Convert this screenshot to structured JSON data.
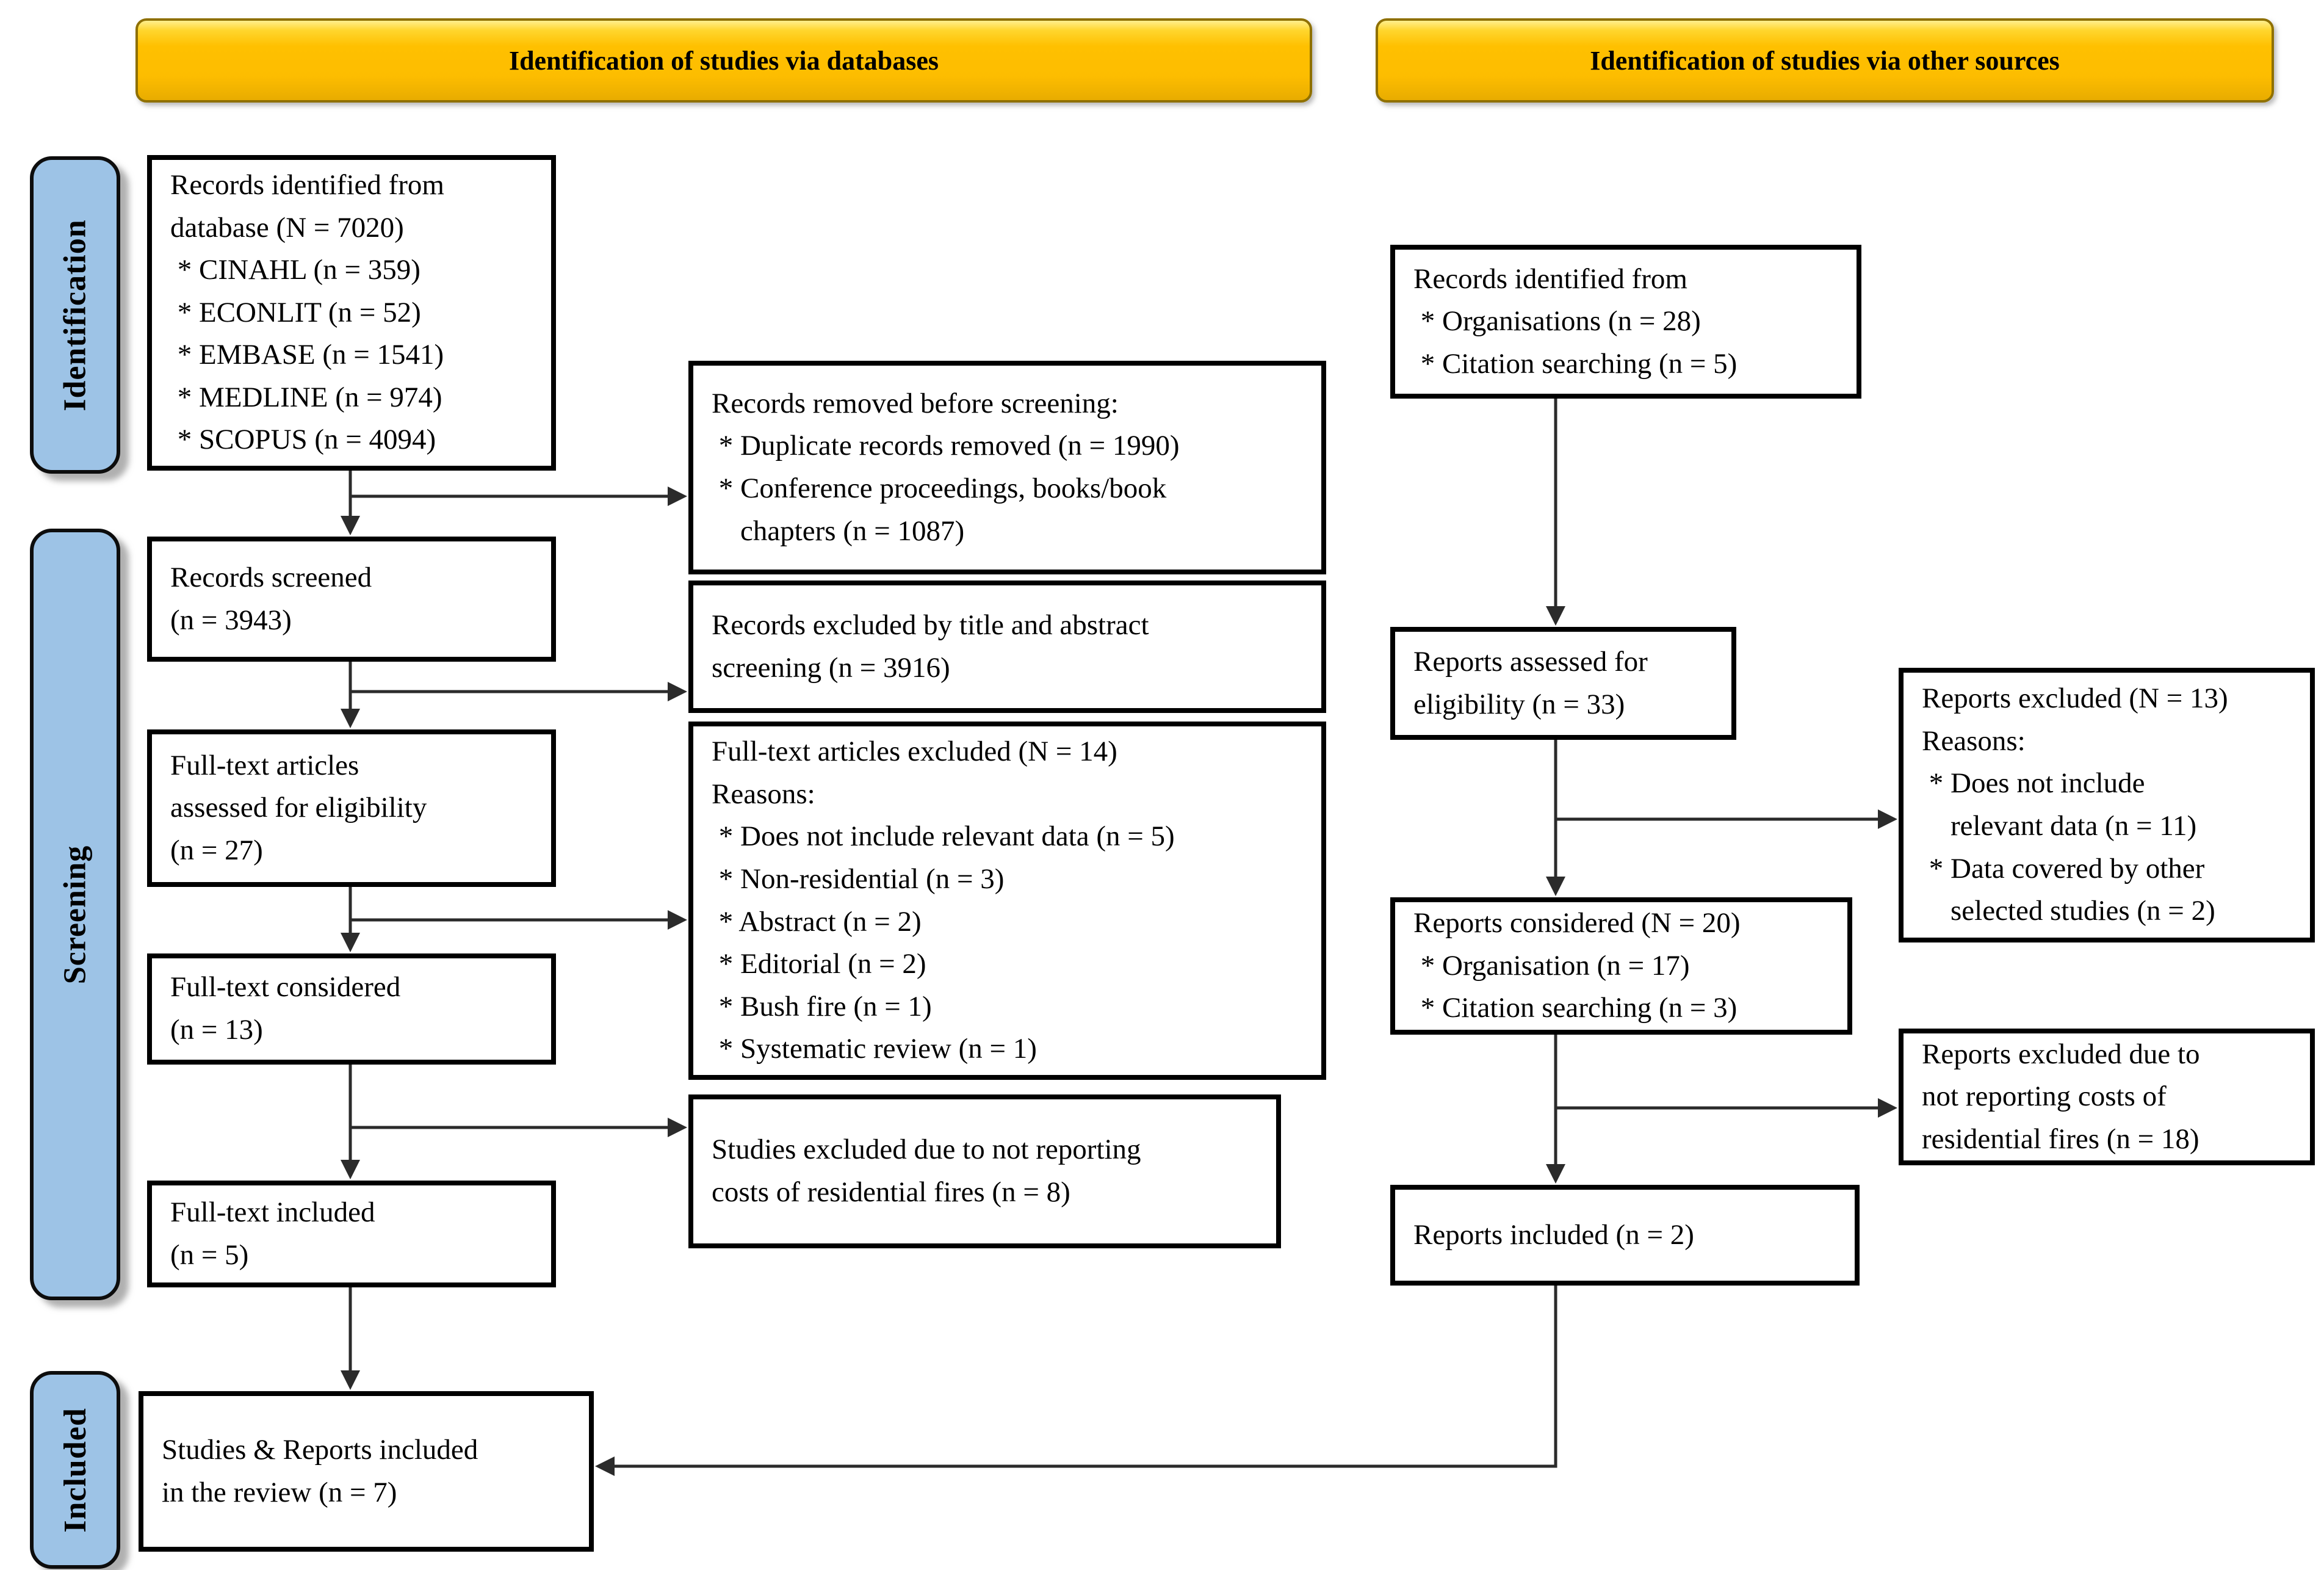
{
  "banners": {
    "databases": "Identification of studies via databases",
    "other_sources": "Identification of studies via other sources"
  },
  "sidebar": {
    "identification": "Identification",
    "screening": "Screening",
    "included": "Included"
  },
  "colors": {
    "banner_gold": "#FFC000",
    "banner_border": "#8F7000",
    "sidebar_blue": "#9DC3E6",
    "box_border": "#000000",
    "arrow": "#2B2B2B"
  },
  "boxes": {
    "db_identified": "Records identified from\ndatabase (N = 7020)\n * CINAHL (n = 359)\n * ECONLIT (n = 52)\n * EMBASE (n = 1541)\n * MEDLINE (n = 974)\n * SCOPUS (n = 4094)",
    "records_removed": "Records removed before screening:\n * Duplicate records removed (n = 1990)\n * Conference proceedings, books/book\n    chapters (n = 1087)",
    "records_screened": "Records screened\n(n = 3943)",
    "records_excluded_screening": "Records excluded by title and abstract\nscreening (n = 3916)",
    "ft_assessed": "Full-text articles\nassessed for eligibility\n(n = 27)",
    "ft_excluded": "Full-text articles excluded (N = 14)\nReasons:\n * Does not include relevant data (n = 5)\n * Non-residential (n = 3)\n * Abstract (n = 2)\n * Editorial (n = 2)\n * Bush fire (n = 1)\n * Systematic review (n = 1)",
    "ft_considered": "Full-text considered\n(n = 13)",
    "studies_excluded": "Studies excluded due to not reporting\ncosts of residential fires (n = 8)",
    "ft_included": "Full-text included\n(n = 5)",
    "studies_reports_included": "Studies & Reports included\nin the review (n = 7)",
    "records_identified_other": "Records identified from\n * Organisations (n = 28)\n * Citation searching (n = 5)",
    "reports_assessed": "Reports assessed for\neligibility (n = 33)",
    "reports_excluded_13": "Reports excluded (N = 13)\nReasons:\n * Does not include\n    relevant data (n = 11)\n * Data covered by other\n    selected studies (n = 2)",
    "reports_considered": "Reports considered (N = 20)\n * Organisation (n = 17)\n * Citation searching (n = 3)",
    "reports_excluded_18": "Reports excluded due to\nnot reporting costs of\nresidential fires (n = 18)",
    "reports_included": "Reports included (n = 2)"
  }
}
